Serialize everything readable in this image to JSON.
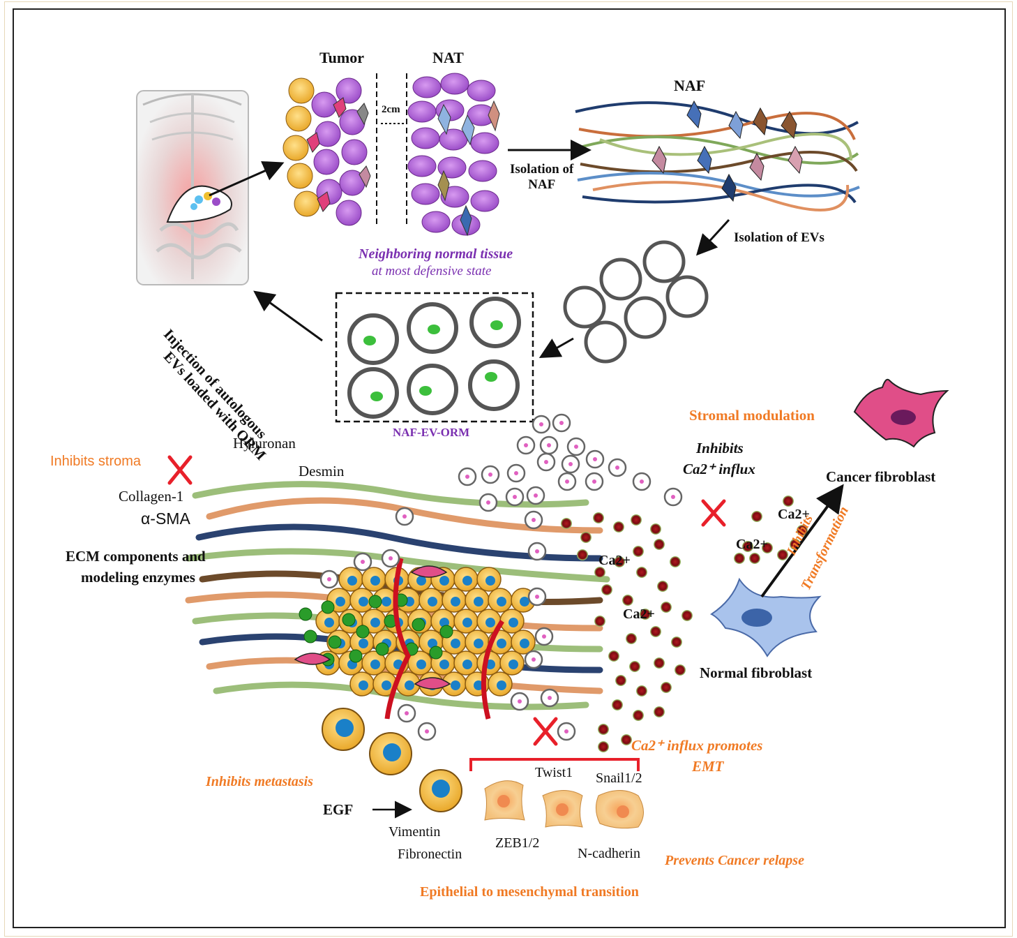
{
  "labels": {
    "tumor": "Tumor",
    "nat": "NAT",
    "two_cm": "2cm",
    "naf": "NAF",
    "isolation_naf": "Isolation of\nNAF",
    "isolation_evs": "Isolation of EVs",
    "neighboring_1": "Neighboring normal tissue",
    "neighboring_2": "at most defensive state",
    "injection_1": "Injection of autologous",
    "injection_2": "EVs loaded with ORM",
    "naf_ev_orm": "NAF-EV-ORM",
    "stromal_modulation": "Stromal modulation",
    "hyluronan": "Hyluronan",
    "inhibits_stroma": "Inhibits stroma",
    "desmin": "Desmin",
    "inhibits_ca_1": "Inhibits",
    "inhibits_ca_2": "Ca2⁺ influx",
    "cancer_fibroblast": "Cancer fibroblast",
    "collagen": "Collagen-1",
    "asma": "α-SMA",
    "ecm_1": "ECM components and",
    "ecm_2": "modeling enzymes",
    "ca_1": "Ca2+",
    "ca_2": "Ca2+",
    "ca_3": "Ca2+",
    "ca_4": "Ca2+",
    "inhibits_transformation_1": "Inhibits",
    "inhibits_transformation_2": "Transformation",
    "normal_fibroblast": "Normal fibroblast",
    "ca_influx_emt_1": "Ca2⁺ influx promotes",
    "ca_influx_emt_2": "EMT",
    "inhibits_metastasis": "Inhibits metastasis",
    "twist1": "Twist1",
    "snail": "Snail1/2",
    "egf": "EGF",
    "vimentin": "Vimentin",
    "fibronectin": "Fibronectin",
    "zeb": "ZEB1/2",
    "ncadherin": "N-cadherin",
    "prevents_relapse": "Prevents Cancer relapse",
    "emt_full": "Epithelial to mesenchymal transition"
  },
  "colors": {
    "orange": "#f07a24",
    "purple": "#7a2fb0",
    "red_x": "#e8202a",
    "calcium": "#8b0d12",
    "tumor_cell": "#f5c44a",
    "tissue_purple": "#b06cd6"
  }
}
